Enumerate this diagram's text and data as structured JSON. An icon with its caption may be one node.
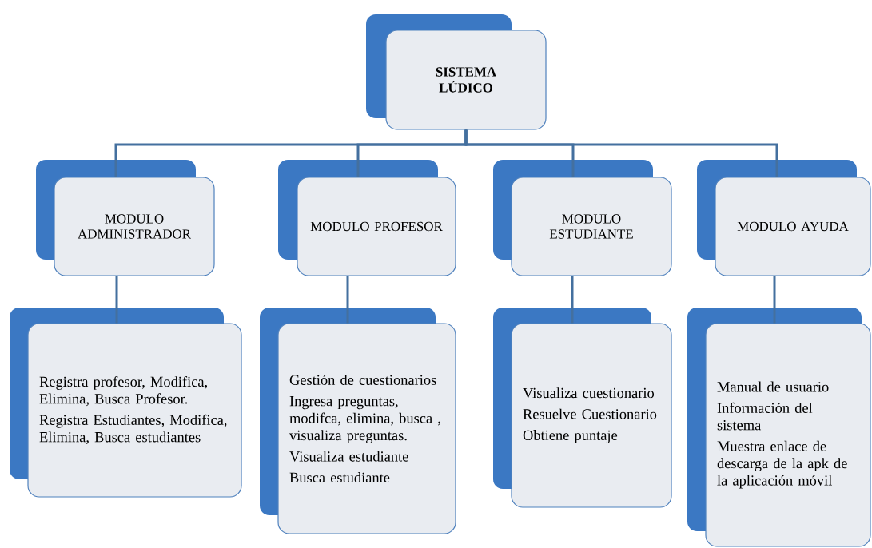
{
  "diagram": {
    "nodes": [
      {
        "text": [
          "SISTEMA LÚDICO"
        ]
      },
      {
        "text": [
          "MODULO ADMINISTRADOR"
        ]
      },
      {
        "text": [
          "MODULO PROFESOR"
        ]
      },
      {
        "text": [
          "MODULO ESTUDIANTE"
        ]
      },
      {
        "text": [
          "MODULO AYUDA"
        ]
      },
      {
        "text": [
          "Registra profesor, Modifica, Elimina, Busca Profesor.",
          "Registra Estudiantes, Modifica, Elimina, Busca estudiantes"
        ]
      },
      {
        "text": [
          "Gestión de cuestionarios",
          "Ingresa preguntas, modifca, elimina, busca , visualiza preguntas.",
          "Visualiza estudiante",
          "Busca estudiante"
        ]
      },
      {
        "text": [
          "Visualiza cuestionario",
          "Resuelve Cuestionario",
          "Obtiene puntaje"
        ]
      },
      {
        "text": [
          "Manual de usuario",
          "Información del sistema",
          "Muestra enlace de descarga de la apk de la aplicación móvil"
        ]
      }
    ],
    "edges": [
      {
        "from": 0,
        "to": 1,
        "arrow": "none"
      },
      {
        "from": 0,
        "to": 2,
        "arrow": "none"
      },
      {
        "from": 0,
        "to": 3,
        "arrow": "none"
      },
      {
        "from": 0,
        "to": 4,
        "arrow": "none"
      },
      {
        "from": 1,
        "to": 5,
        "arrow": "none"
      },
      {
        "from": 2,
        "to": 6,
        "arrow": "none"
      },
      {
        "from": 3,
        "to": 7,
        "arrow": "none"
      },
      {
        "from": 4,
        "to": 8,
        "arrow": "none"
      }
    ]
  }
}
